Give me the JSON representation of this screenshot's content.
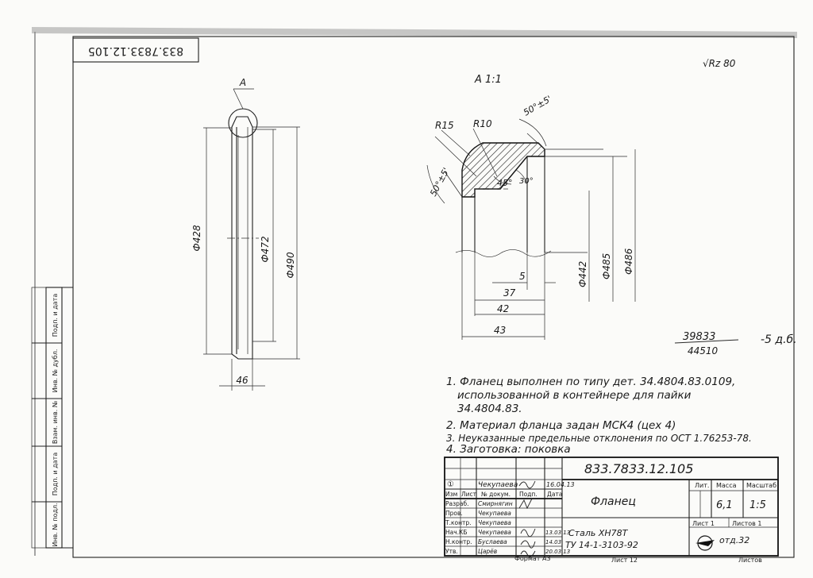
{
  "sheet": {
    "doc_code_inverted": "833.7833.12.105",
    "roughness": "√Rz 80",
    "view_label": "А",
    "section_title": "А  1:1",
    "footer_format": "Формат А3",
    "footer_sheets": "Лист 12",
    "footer_right": "Листов"
  },
  "left_view": {
    "callout": "А",
    "dims": {
      "d428": "Ф428",
      "d472": "Ф472",
      "d490": "Ф490",
      "w": "46"
    }
  },
  "section_view": {
    "dims": {
      "r15": "R15",
      "r10": "R10",
      "a50top": "50°±5'",
      "a50left": "50°±5'",
      "a45": "45°",
      "a30": "30°",
      "d5": "5",
      "d37": "37",
      "d42": "42",
      "d43": "43",
      "d442": "Ф442",
      "d485": "Ф485",
      "d486": "Ф486"
    }
  },
  "handwritten": {
    "line1": "39833",
    "line2": "44510",
    "note": "-5 д.б."
  },
  "notes": [
    "1. Фланец выполнен по типу дет. 34.4804.83.0109,",
    "использованной в контейнере для пайки",
    "34.4804.83.",
    "2. Материал фланца задан МСК4 (цех 4)",
    "3. Неуказанные предельные отклонения по ОСТ 1.76253-78.",
    "4. Заготовка: поковка"
  ],
  "side_stamp": [
    "Подп. и дата",
    "Инв. № дубл.",
    "Взам. инв. №",
    "Подп. и дата",
    "Инв. № подл."
  ],
  "title_block": {
    "designation": "833.7833.12.105",
    "name": "Фланец",
    "material_1": "Сталь ХН78Т",
    "material_2": "ТУ 14-1-3103-92",
    "dept": "отд.32",
    "headers": {
      "lit": "Лит.",
      "mass": "Масса",
      "scale": "Масштаб"
    },
    "mass": "6,1",
    "scale": "1:5",
    "sheet": "Лист  1",
    "sheets": "Листов  1",
    "change_row": [
      "①",
      "Чекупаева",
      "",
      "16.04.13"
    ],
    "col_headers": [
      "Изм",
      "Лист",
      "№ докум.",
      "Подп.",
      "Дата"
    ],
    "roles": [
      {
        "role": "Разраб.",
        "person": "Смирнягин"
      },
      {
        "role": "Пров.",
        "person": "Чекупаева"
      },
      {
        "role": "Т.контр.",
        "person": "Чекупаева"
      },
      {
        "role": "Нач.КБ",
        "person": "Чекупаева",
        "date": "13.03.13"
      },
      {
        "role": "Н.контр.",
        "person": "Буслаева",
        "date": "14.03"
      },
      {
        "role": "Утв.",
        "person": "Царёв",
        "date": "20.03.13"
      }
    ]
  }
}
